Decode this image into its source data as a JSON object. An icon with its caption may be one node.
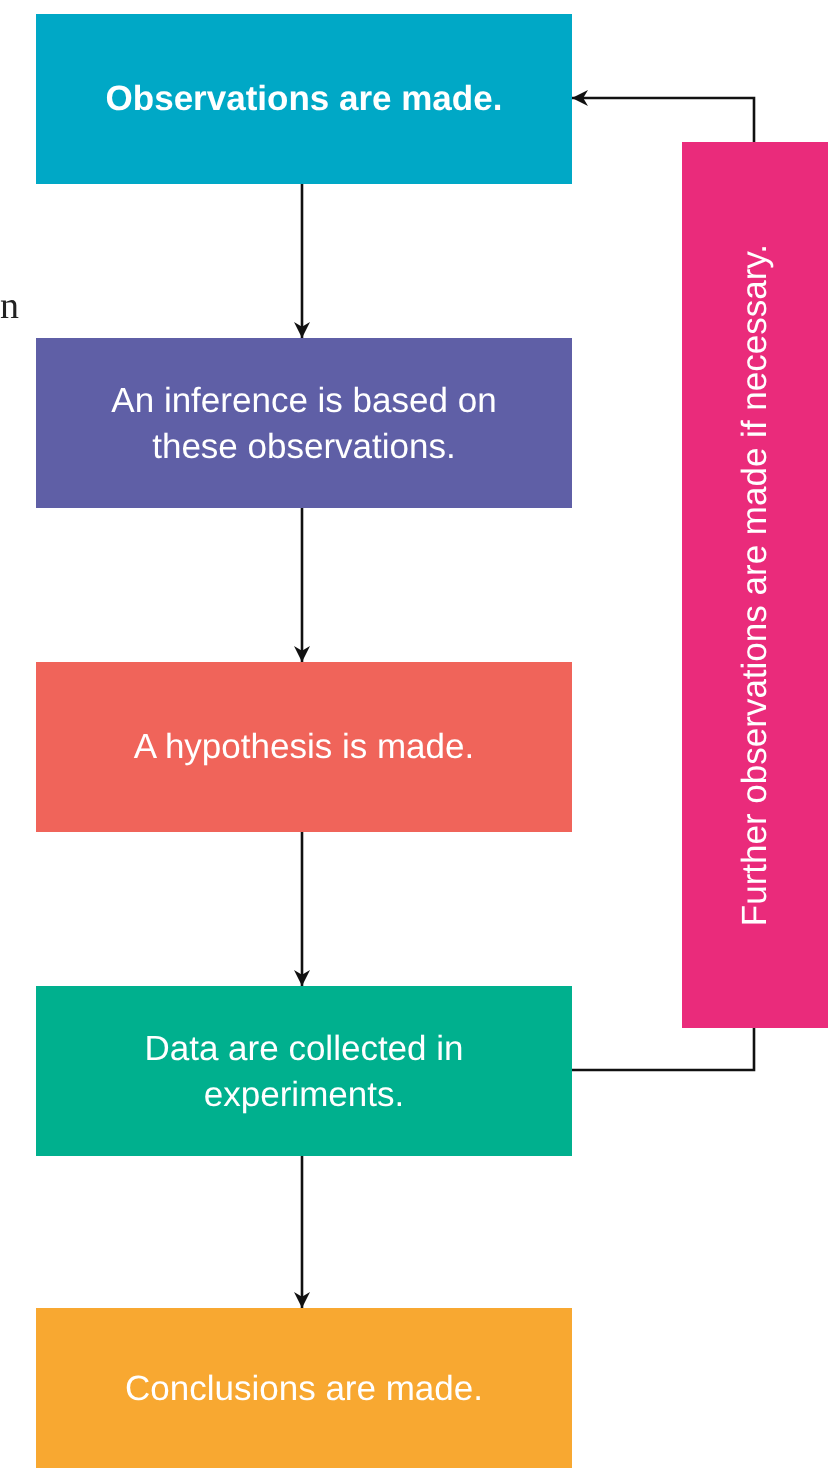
{
  "diagram": {
    "nodes": [
      {
        "text": [
          "Observations are made."
        ]
      },
      {
        "text": [
          "An inference is based on these observations."
        ]
      },
      {
        "text": [
          "A hypothesis is made."
        ]
      },
      {
        "text": [
          "Data are collected in experiments."
        ]
      },
      {
        "text": [
          "Conclusions are made."
        ]
      },
      {
        "text": [
          "Further observations are made if necessary."
        ]
      }
    ],
    "edges": [
      {
        "from": 0,
        "to": 1,
        "arrow": "to"
      },
      {
        "from": 1,
        "to": 2,
        "arrow": "to"
      },
      {
        "from": 2,
        "to": 3,
        "arrow": "to"
      },
      {
        "from": 3,
        "to": 4,
        "arrow": "to"
      },
      {
        "from": 3,
        "to": 5,
        "arrow": "none"
      },
      {
        "from": 5,
        "to": 0,
        "arrow": "to"
      }
    ],
    "labels": [
      "n"
    ]
  }
}
